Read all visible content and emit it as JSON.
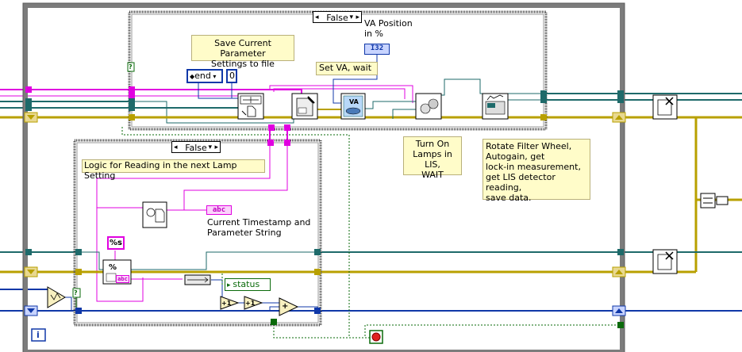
{
  "case_structures": {
    "top": {
      "selector": "False"
    },
    "inner": {
      "selector": "False"
    }
  },
  "comments": {
    "save_params": "Save Current Parameter\nSettings to file",
    "set_va": "Set VA, wait",
    "va_position": "VA Position\nin %",
    "turn_on_lamps": "Turn On\nLamps in LIS,\nWAIT",
    "rotate_filter": "Rotate Filter Wheel,\nAutogain, get\nlock-in measurement,\nget LIS detector reading,\nsave data.",
    "logic_lamp": "Logic for Reading in the next Lamp Setting",
    "timestamp": "Current Timestamp and\nParameter String"
  },
  "constants": {
    "file_position": "end",
    "offset": "0",
    "format_string": "%s",
    "i32_label": "I32",
    "abc_label": "abc",
    "va_icon": "VA",
    "status_label": "status",
    "loop_iteration": "i",
    "boolean_tf": "?",
    "increment": "+1",
    "add": "+"
  },
  "colors": {
    "while_loop_frame": "#7c7c7c",
    "case_frame": "#4a4a4a",
    "wire_pink": "#e000e0",
    "wire_blue": "#1038a8",
    "wire_teal": "#1e6a6a",
    "wire_error": "#b8a000",
    "wire_bool": "#0a6a0a",
    "note_fill": "#fffcc9"
  }
}
